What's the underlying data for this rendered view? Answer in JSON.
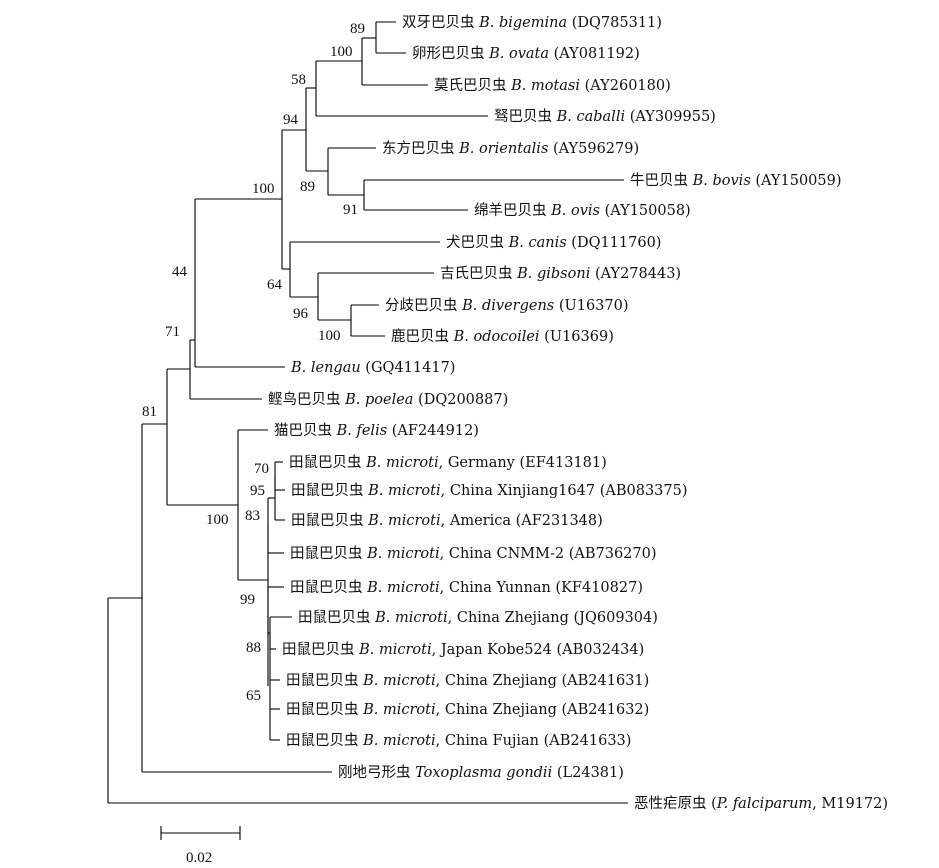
{
  "taxa": [
    {
      "cn": "双牙巴贝虫",
      "sp": "B. bigemina",
      "rest": " (DQ785311)"
    },
    {
      "cn": "卵形巴贝虫",
      "sp": "B. ovata",
      "rest": " (AY081192)"
    },
    {
      "cn": "莫氏巴贝虫",
      "sp": "B. motasi",
      "rest": " (AY260180)"
    },
    {
      "cn": "驽巴贝虫",
      "sp": "B. caballi",
      "rest": " (AY309955)"
    },
    {
      "cn": "东方巴贝虫",
      "sp": "B. orientalis",
      "rest": " (AY596279)"
    },
    {
      "cn": "牛巴贝虫",
      "sp": "B. bovis",
      "rest": " (AY150059)"
    },
    {
      "cn": "绵羊巴贝虫",
      "sp": "B. ovis",
      "rest": " (AY150058)"
    },
    {
      "cn": "犬巴贝虫",
      "sp": "B. canis",
      "rest": " (DQ111760)"
    },
    {
      "cn": "吉氏巴贝虫",
      "sp": "B. gibsoni",
      "rest": " (AY278443)"
    },
    {
      "cn": "分歧巴贝虫",
      "sp": "B. divergens",
      "rest": " (U16370)"
    },
    {
      "cn": "鹿巴贝虫",
      "sp": "B. odocoilei",
      "rest": " (U16369)"
    },
    {
      "cn": "",
      "sp": "B. lengau",
      "rest": " (GQ411417)"
    },
    {
      "cn": "鲣鸟巴贝虫",
      "sp": "B. poelea",
      "rest": " (DQ200887)"
    },
    {
      "cn": "猫巴贝虫",
      "sp": "B. felis",
      "rest": " (AF244912)"
    },
    {
      "cn": "田鼠巴贝虫",
      "sp": "B. microti",
      "rest": ", Germany (EF413181)"
    },
    {
      "cn": "田鼠巴贝虫",
      "sp": "B. microti",
      "rest": ", China Xinjiang1647 (AB083375)"
    },
    {
      "cn": "田鼠巴贝虫",
      "sp": "B. microti",
      "rest": ", America (AF231348)"
    },
    {
      "cn": "田鼠巴贝虫",
      "sp": "B. microti",
      "rest": ", China CNMM-2 (AB736270)"
    },
    {
      "cn": "田鼠巴贝虫",
      "sp": "B. microti",
      "rest": ", China Yunnan (KF410827)"
    },
    {
      "cn": "田鼠巴贝虫",
      "sp": "B. microti",
      "rest": ", China Zhejiang (JQ609304)"
    },
    {
      "cn": "田鼠巴贝虫",
      "sp": "B. microti",
      "rest": ", Japan Kobe524 (AB032434)"
    },
    {
      "cn": "田鼠巴贝虫",
      "sp": "B. microti",
      "rest": ", China Zhejiang (AB241631)"
    },
    {
      "cn": "田鼠巴贝虫",
      "sp": "B. microti",
      "rest": ", China Zhejiang (AB241632)"
    },
    {
      "cn": "田鼠巴贝虫",
      "sp": "B. microti",
      "rest": ", China Fujian (AB241633)"
    },
    {
      "cn": "刚地弓形虫",
      "sp": "Toxoplasma gondii",
      "rest": " (L24381)"
    },
    {
      "cn": "恶性疟原虫",
      "sp": "P. falciparum",
      "rest": ", M19172)",
      "pre": " ("
    }
  ],
  "bootstrap": [
    "89",
    "100",
    "58",
    "94",
    "100",
    "89",
    "91",
    "64",
    "96",
    "100",
    "44",
    "71",
    "81",
    "70",
    "95",
    "83",
    "100",
    "99",
    "88",
    "65"
  ],
  "scale_bar": {
    "label": "0.02"
  }
}
